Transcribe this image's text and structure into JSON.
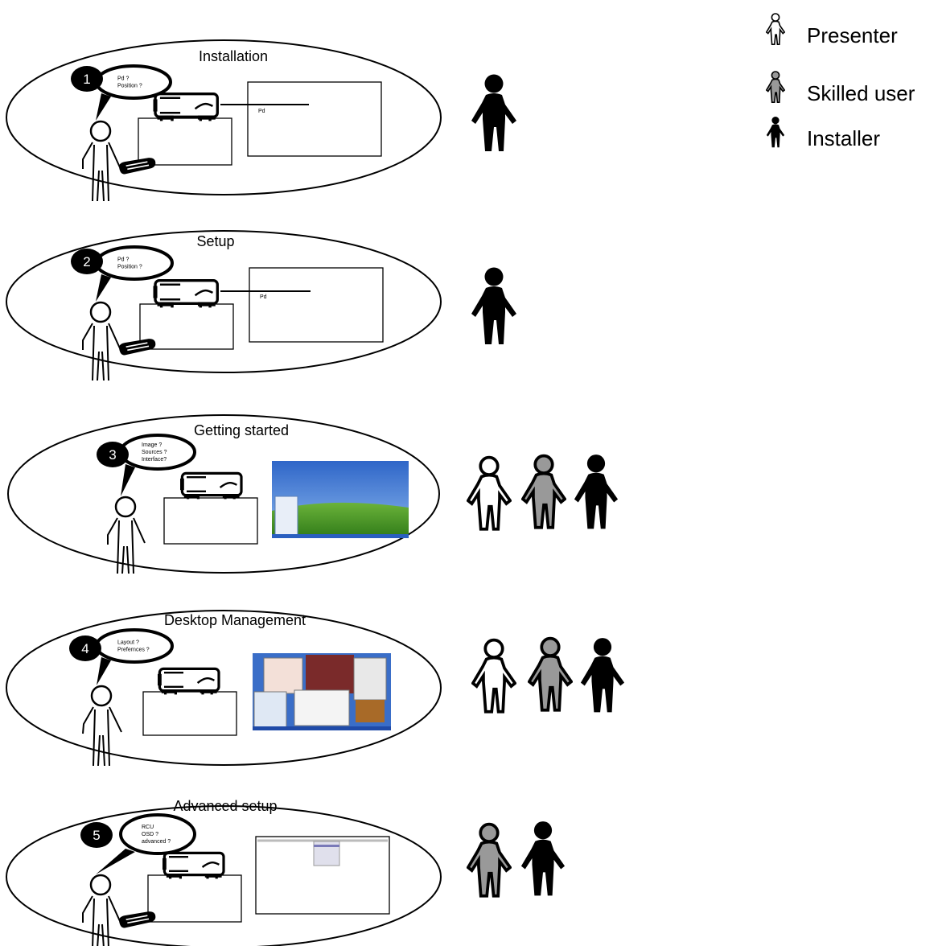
{
  "legend": [
    {
      "label": "Presenter",
      "role": "presenter",
      "fill": "#ffffff"
    },
    {
      "label": "Skilled user",
      "role": "skilled",
      "fill": "#999999"
    },
    {
      "label": "Installer",
      "role": "installer",
      "fill": "#000000"
    }
  ],
  "steps": [
    {
      "number": "1",
      "title": "Installation",
      "questions": [
        "Pd ?",
        "Position ?"
      ],
      "screen_label": "Pd",
      "screen": "blank",
      "remote": true,
      "users": [
        "installer"
      ]
    },
    {
      "number": "2",
      "title": "Setup",
      "questions": [
        "Pd ?",
        "Position ?"
      ],
      "screen_label": "Pd",
      "screen": "blank",
      "remote": true,
      "users": [
        "installer"
      ]
    },
    {
      "number": "3",
      "title": "Getting started",
      "questions": [
        "Image ?",
        "Sources ?",
        "Interface?"
      ],
      "screen_label": "",
      "screen": "desktop",
      "remote": false,
      "users": [
        "presenter",
        "skilled",
        "installer"
      ]
    },
    {
      "number": "4",
      "title": "Desktop Management",
      "questions": [
        "Layout ?",
        "Prefernces ?"
      ],
      "screen_label": "",
      "screen": "windows",
      "remote": false,
      "users": [
        "presenter",
        "skilled",
        "installer"
      ]
    },
    {
      "number": "5",
      "title": "Advanced setup",
      "questions": [
        "RCU",
        "OSD ?",
        "advanced ?"
      ],
      "screen_label": "",
      "screen": "menu",
      "remote": true,
      "users": [
        "skilled",
        "installer"
      ]
    }
  ],
  "colors": {
    "presenter": "#ffffff",
    "skilled": "#999999",
    "installer": "#000000",
    "sky": "#3f7fd6",
    "grass": "#4e9a2a"
  }
}
